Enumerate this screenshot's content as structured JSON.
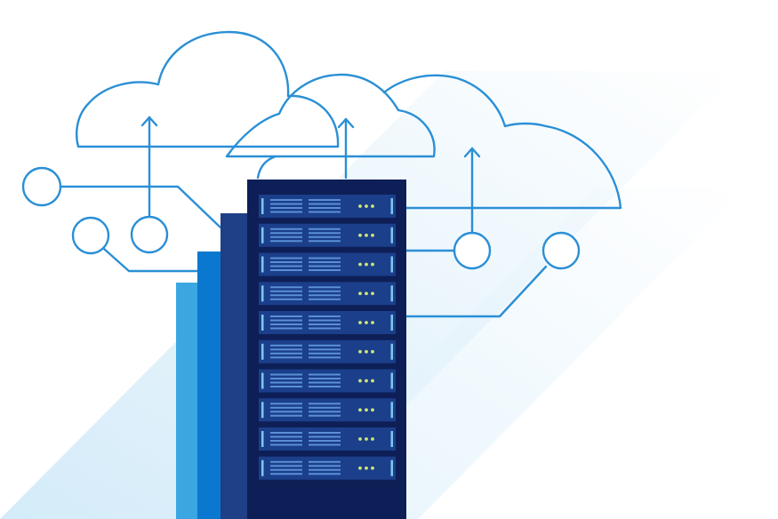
{
  "illustration": {
    "subject": "server-rack-cloud-connections",
    "icons": [
      "cloud-icon",
      "upload-arrow-icon",
      "network-node-icon",
      "server-rack-icon"
    ]
  },
  "colors": {
    "outline": "#2a8fd6",
    "rack_body": "#0e1f57",
    "rack_slot": "#1b3f8a",
    "rack_line": "#5b8fd6",
    "rack_edge": "#7ec7f0",
    "status_light": "#cfe67a",
    "stripe_dark": "#1f3f86",
    "stripe_mid": "#0a78cf",
    "stripe_light": "#3aa7e2",
    "band_a": "#cfe9f8",
    "band_b": "#e4f3fc"
  },
  "rack": {
    "unit_count": 10,
    "lights_per_unit": 3
  }
}
